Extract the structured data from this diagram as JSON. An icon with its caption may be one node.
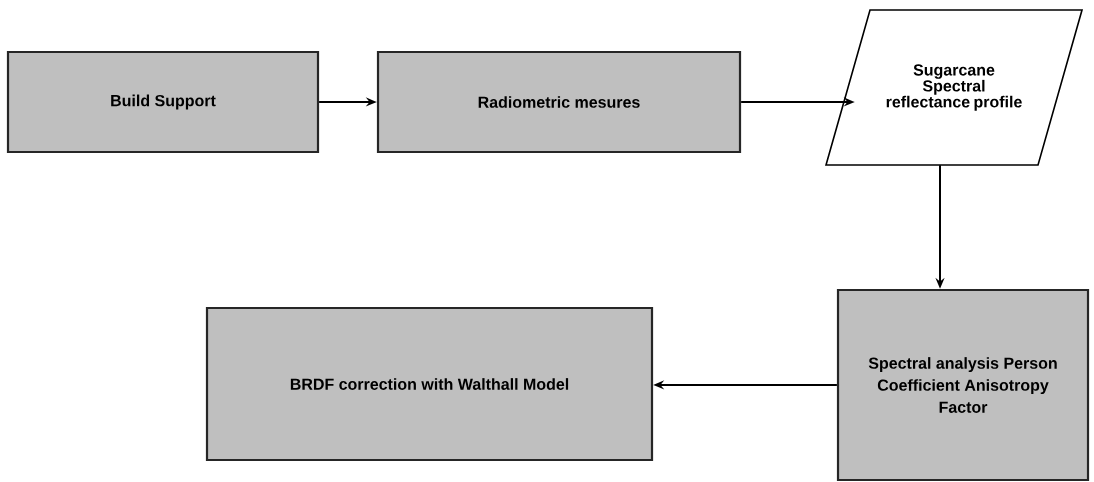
{
  "diagram": {
    "nodes": [
      {
        "text": [
          "Build Support"
        ]
      },
      {
        "text": [
          "Radiometric mesures"
        ]
      },
      {
        "text": [
          "Sugarcane Spectral reflectance profile"
        ]
      },
      {
        "text": [
          "Spectral analysis Person Coefficient Anisotropy Factor"
        ]
      },
      {
        "text": [
          "BRDF correction with Walthall Model"
        ]
      }
    ],
    "edges": [
      {
        "from": 0,
        "to": 1,
        "arrow": "to"
      },
      {
        "from": 1,
        "to": 2,
        "arrow": "to"
      },
      {
        "from": 2,
        "to": 3,
        "arrow": "to"
      },
      {
        "from": 3,
        "to": 4,
        "arrow": "to"
      }
    ]
  }
}
